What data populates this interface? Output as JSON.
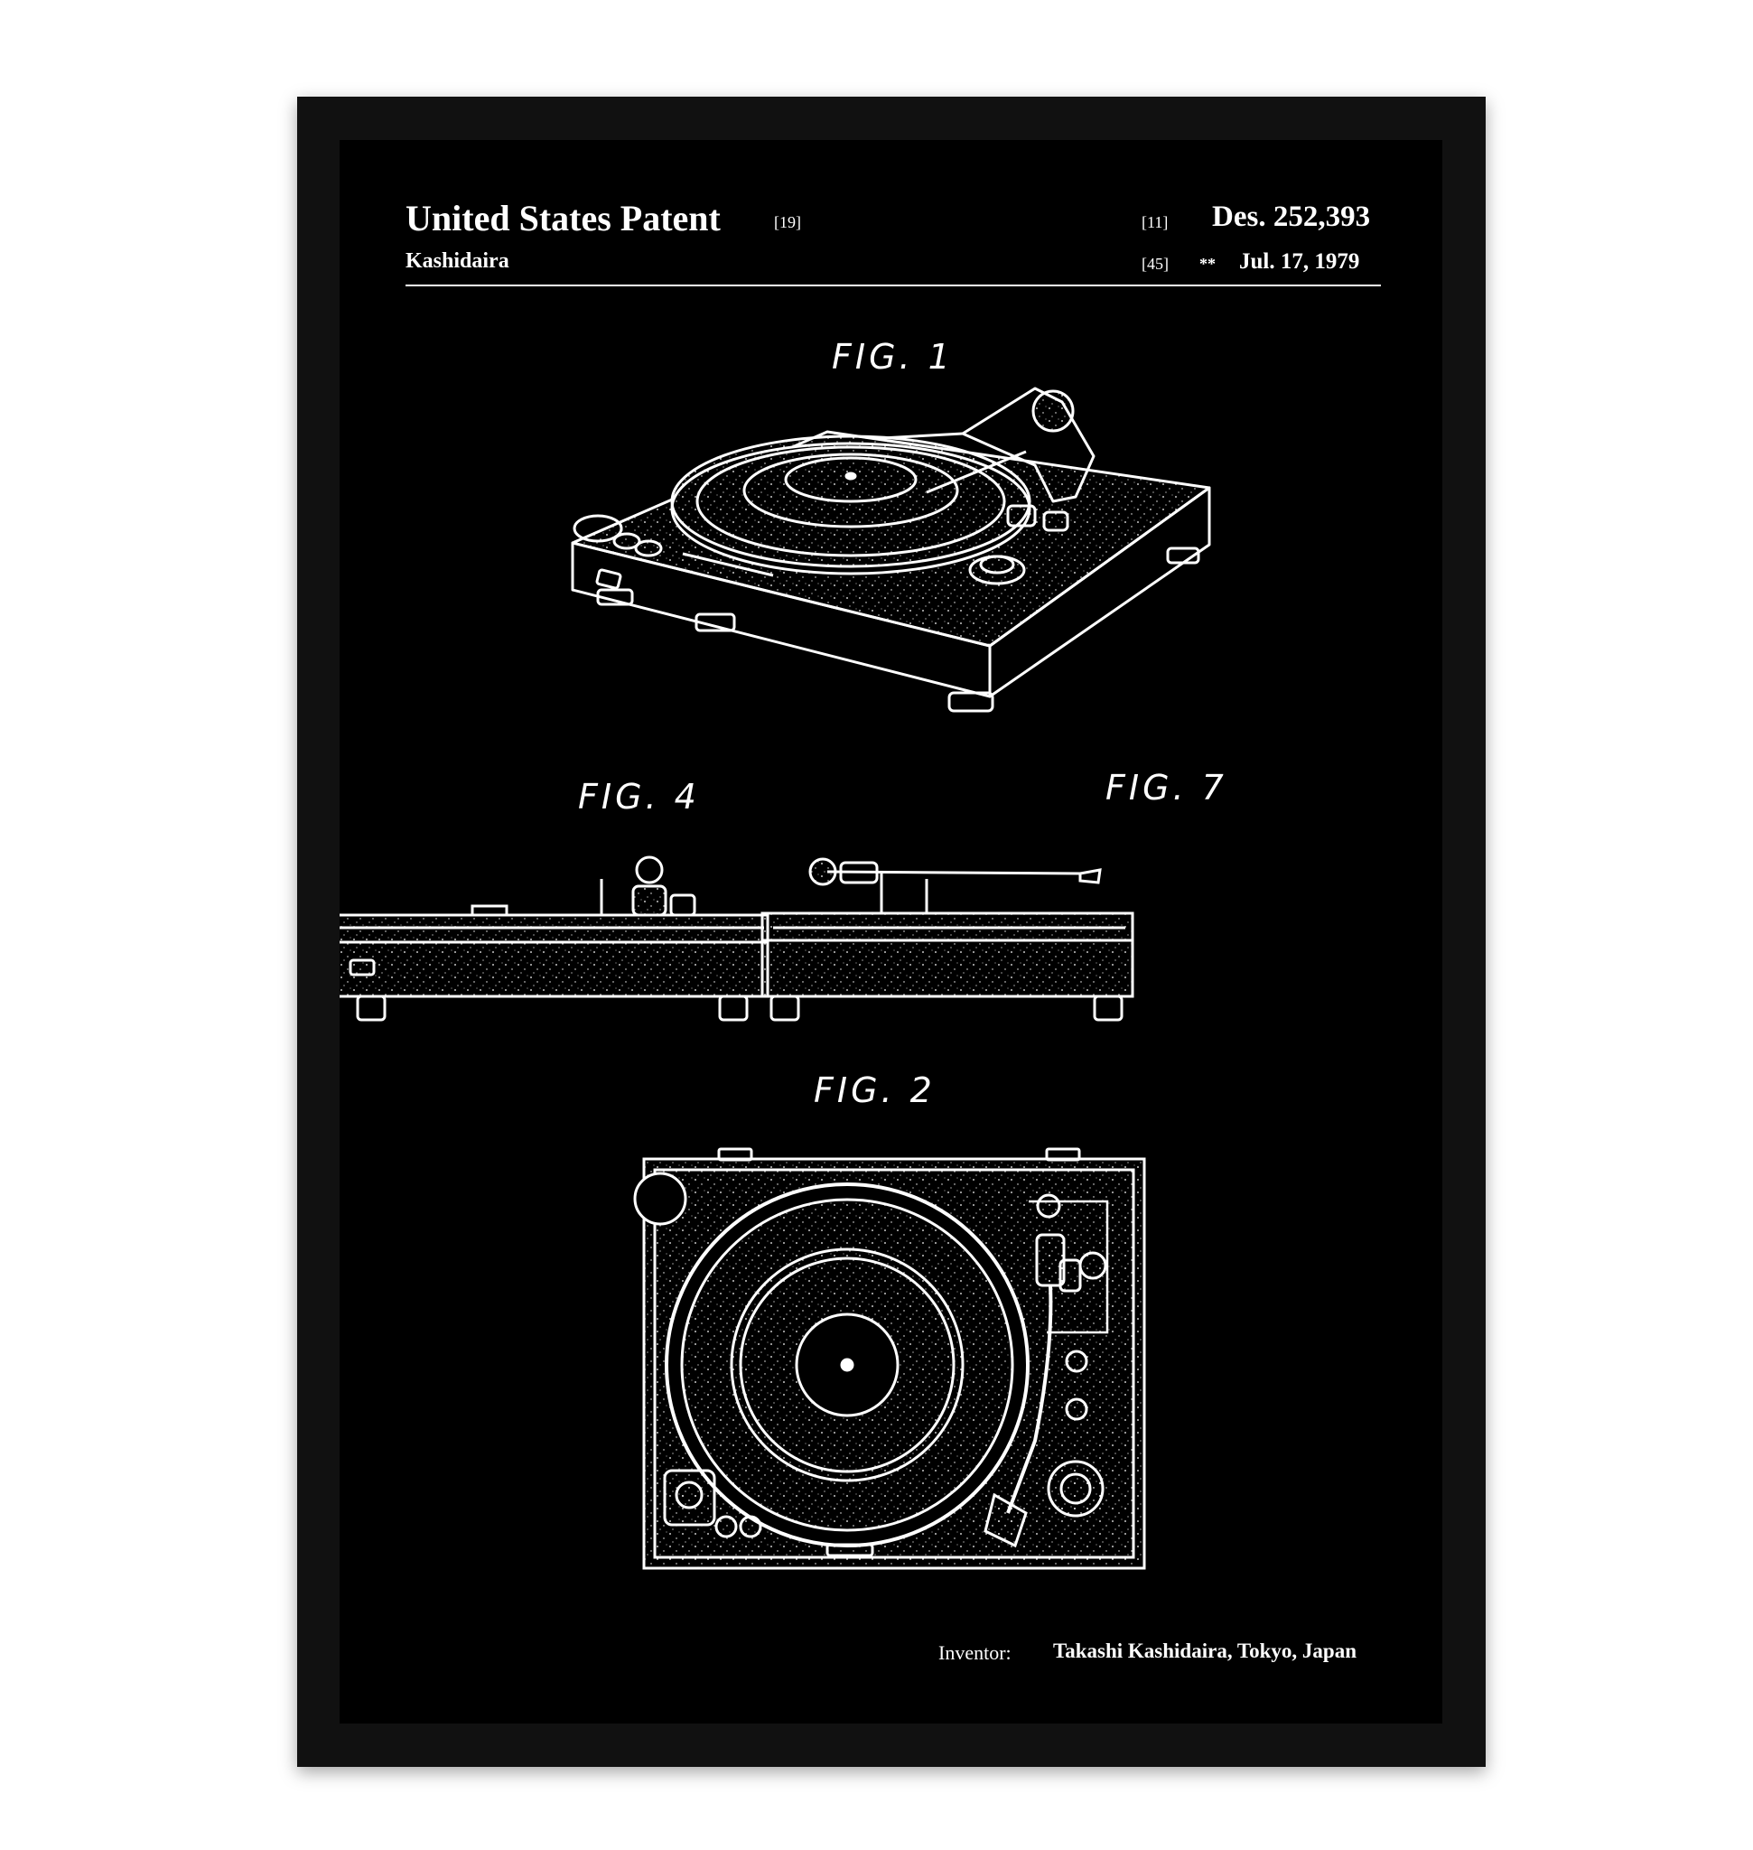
{
  "header": {
    "title": "United States Patent",
    "ref_title": "[19]",
    "inventor_short": "Kashidaira",
    "ref_number": "[11]",
    "patent_number": "Des. 252,393",
    "ref_date": "[45]",
    "date_prefix": "**",
    "date": "Jul. 17, 1979"
  },
  "figures": {
    "fig1": "FIG. 1",
    "fig4": "FIG. 4",
    "fig7": "FIG. 7",
    "fig2": "FIG. 2"
  },
  "footer": {
    "inventor_label": "Inventor:",
    "inventor_name": "Takashi Kashidaira, Tokyo, Japan"
  },
  "colors": {
    "frame": "#111111",
    "poster_background": "#000000",
    "ink": "#ffffff",
    "wall": "#ffffff"
  }
}
